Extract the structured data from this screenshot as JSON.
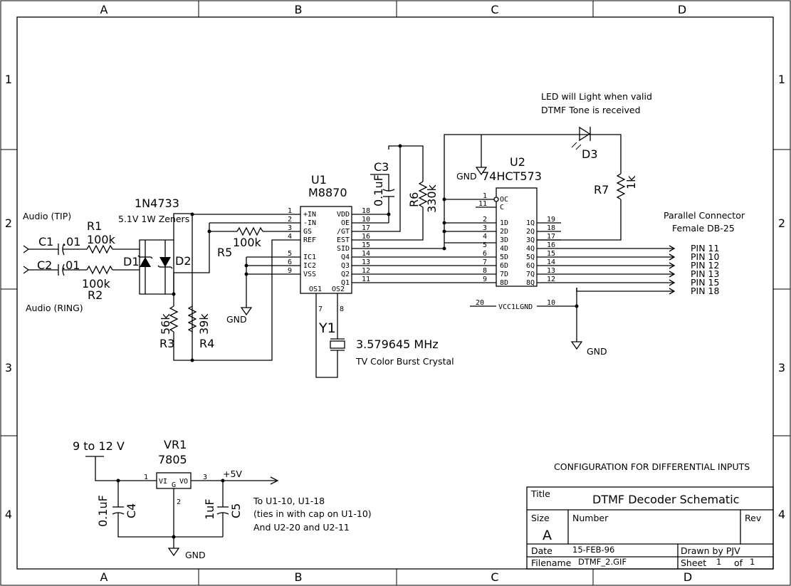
{
  "frame": {
    "columns": [
      "A",
      "B",
      "C",
      "D"
    ],
    "rows": [
      "1",
      "2",
      "3",
      "4"
    ]
  },
  "inputs": {
    "tip": "Audio (TIP)",
    "ring": "Audio (RING)"
  },
  "components": {
    "C1": {
      "ref": "C1",
      "value": ".01"
    },
    "C2": {
      "ref": "C2",
      "value": ".01"
    },
    "R1": {
      "ref": "R1",
      "value": "100k"
    },
    "R2": {
      "ref": "R2",
      "value": "100k"
    },
    "R3": {
      "ref": "R3",
      "value": "56k"
    },
    "R4": {
      "ref": "R4",
      "value": "39k"
    },
    "R5": {
      "ref": "R5",
      "value": "100k"
    },
    "R6": {
      "ref": "R6",
      "value": "330k"
    },
    "R7": {
      "ref": "R7",
      "value": "1k"
    },
    "C3": {
      "ref": "C3",
      "value": "0.1uF"
    },
    "C4": {
      "ref": "C4",
      "value": "0.1uF"
    },
    "C5": {
      "ref": "C5",
      "value": "1uF"
    },
    "D1": {
      "ref": "D1"
    },
    "D2": {
      "ref": "D2"
    },
    "D3": {
      "ref": "D3"
    },
    "zener": {
      "part": "1N4733",
      "desc": "5.1V 1W Zeners"
    },
    "Y1": {
      "ref": "Y1",
      "freq": "3.579645 MHz",
      "desc": "TV Color Burst Crystal"
    },
    "VR1": {
      "ref": "VR1",
      "part": "7805",
      "vi": "VI",
      "vo": "VO",
      "g": "G",
      "pin_in": "1",
      "pin_gnd": "2",
      "pin_out": "3"
    }
  },
  "u1": {
    "ref": "U1",
    "part": "M8870",
    "left_pins": [
      {
        "num": "1",
        "name": "+IN"
      },
      {
        "num": "2",
        "name": "-IN"
      },
      {
        "num": "3",
        "name": "GS"
      },
      {
        "num": "4",
        "name": "REF"
      },
      {
        "num": "5",
        "name": "IC1"
      },
      {
        "num": "6",
        "name": "IC2"
      },
      {
        "num": "9",
        "name": "VSS"
      }
    ],
    "right_pins": [
      {
        "num": "18",
        "name": "VDD"
      },
      {
        "num": "10",
        "name": "OE"
      },
      {
        "num": "17",
        "name": "/GT"
      },
      {
        "num": "16",
        "name": "EST"
      },
      {
        "num": "15",
        "name": "SID"
      },
      {
        "num": "14",
        "name": "Q4"
      },
      {
        "num": "13",
        "name": "Q3"
      },
      {
        "num": "12",
        "name": "Q2"
      },
      {
        "num": "11",
        "name": "Q1"
      }
    ],
    "bottom_pins": [
      {
        "num": "7",
        "name": "OS1"
      },
      {
        "num": "8",
        "name": "OS2"
      }
    ]
  },
  "u2": {
    "ref": "U2",
    "part": "74HCT573",
    "left_pins": [
      {
        "num": "1",
        "name": "OC"
      },
      {
        "num": "11",
        "name": "C"
      },
      {
        "num": "2",
        "name": "1D"
      },
      {
        "num": "3",
        "name": "2D"
      },
      {
        "num": "4",
        "name": "3D"
      },
      {
        "num": "5",
        "name": "4D"
      },
      {
        "num": "6",
        "name": "5D"
      },
      {
        "num": "7",
        "name": "6D"
      },
      {
        "num": "8",
        "name": "7D"
      },
      {
        "num": "9",
        "name": "8D"
      }
    ],
    "right_pins": [
      {
        "num": "19",
        "name": "1Q"
      },
      {
        "num": "18",
        "name": "2Q"
      },
      {
        "num": "17",
        "name": "3Q"
      },
      {
        "num": "16",
        "name": "4Q"
      },
      {
        "num": "15",
        "name": "5Q"
      },
      {
        "num": "14",
        "name": "6Q"
      },
      {
        "num": "13",
        "name": "7Q"
      },
      {
        "num": "12",
        "name": "8Q"
      }
    ],
    "power_label": "VCC1LGND",
    "pin_vcc": "20",
    "pin_gnd": "10"
  },
  "connector": {
    "title_line1": "Parallel Connector",
    "title_line2": "Female DB-25",
    "pins": [
      "PIN 11",
      "PIN 10",
      "PIN 12",
      "PIN 13",
      "PIN 15",
      "PIN 18"
    ]
  },
  "led_note": {
    "line1": "LED will Light when valid",
    "line2": "DTMF Tone is received"
  },
  "gnd": "GND",
  "power": {
    "supply": "9 to 12 V",
    "rail": "+5V",
    "note_line1": "To U1-10, U1-18",
    "note_line2": "(ties in with cap on U1-10)",
    "note_line3": "And U2-20 and U2-11"
  },
  "config_note": "CONFIGURATION FOR DIFFERENTIAL INPUTS",
  "title_block": {
    "title_label": "Title",
    "title": "DTMF Decoder Schematic",
    "size_label": "Size",
    "size": "A",
    "number_label": "Number",
    "rev_label": "Rev",
    "date_label": "Date",
    "date": "15-FEB-96",
    "drawn_label": "Drawn by PJV",
    "filename_label": "Filename",
    "filename": "DTMF_2.GIF",
    "sheet_label": "Sheet",
    "sheet": "1",
    "of_label": "of",
    "of": "1"
  }
}
